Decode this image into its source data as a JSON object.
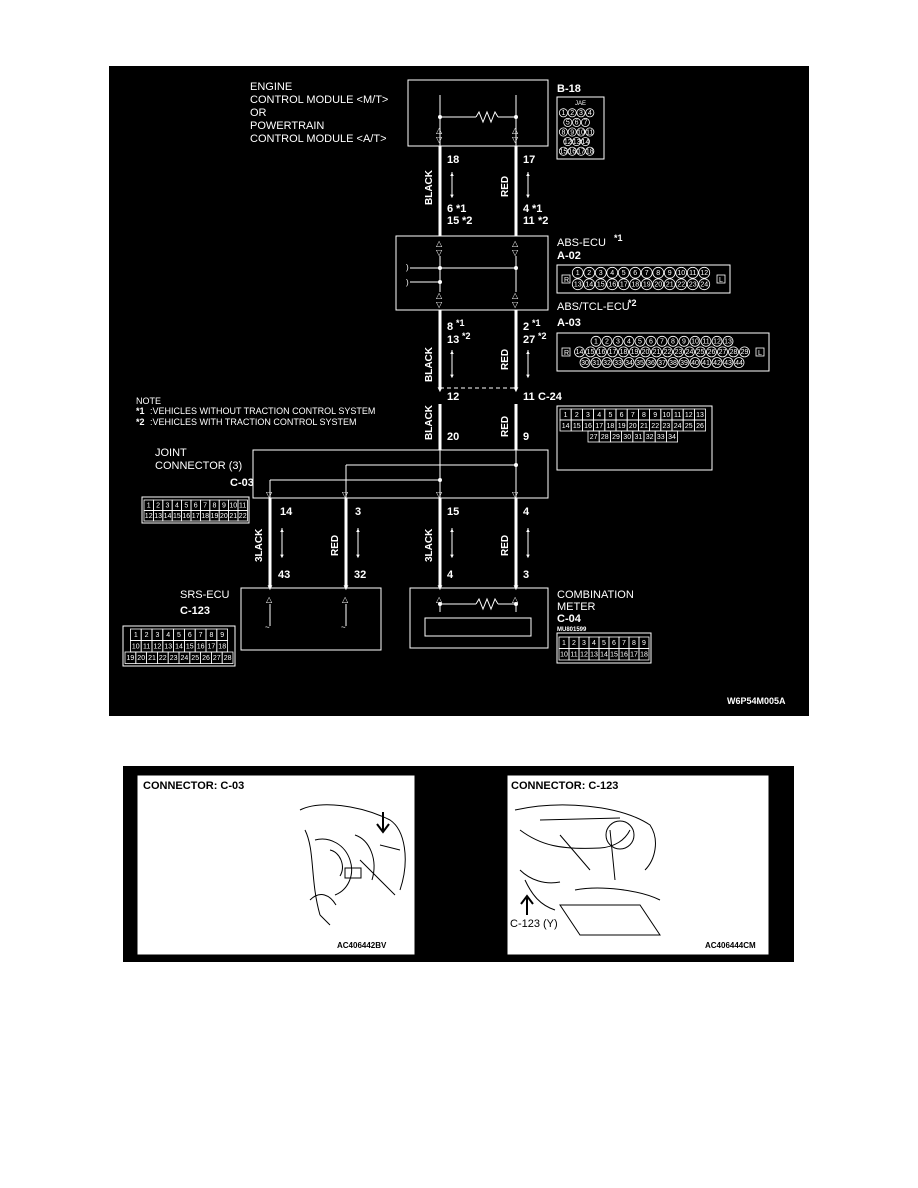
{
  "diagram": {
    "ecm_label": [
      "ENGINE",
      "CONTROL MODULE <M/T>",
      "OR",
      "POWERTRAIN",
      "CONTROL MODULE <A/T>"
    ],
    "b18": {
      "code": "B-18",
      "sub": "JAE",
      "pins": [
        "1",
        "2",
        "3",
        "4",
        "5",
        "6",
        "7",
        "8",
        "9",
        "10",
        "11",
        "12",
        "13",
        "14",
        "15",
        "16",
        "17",
        "18"
      ]
    },
    "wire_black": "BLACK",
    "wire_black_alt": "3LACK",
    "wire_red": "RED",
    "ecm_pins": {
      "left": "18",
      "right": "17"
    },
    "abs_top_pins": {
      "l1": "6",
      "l2": "15",
      "r1": "4",
      "r2": "11"
    },
    "abs_ecu": {
      "name": "ABS-ECU",
      "code": "A-02",
      "side_l": "R",
      "side_r": "L"
    },
    "abs_tcl_ecu": {
      "name": "ABS/TCL-ECU",
      "code": "A-03",
      "side_l": "R",
      "side_r": "L"
    },
    "mark1": "*1",
    "mark2": "*2",
    "abs_bottom_pins": {
      "l1": "8",
      "l2": "13",
      "r1": "2",
      "r2": "27"
    },
    "c24": {
      "left": "12",
      "right": "11",
      "code": "C-24"
    },
    "note": {
      "title": "NOTE",
      "line1": ":VEHICLES WITHOUT TRACTION CONTROL SYSTEM",
      "line2": ":VEHICLES WITH TRACTION CONTROL SYSTEM"
    },
    "joint_pins_top": {
      "left": "20",
      "right": "9"
    },
    "joint_connector": {
      "line1": "JOINT",
      "line2": "CONNECTOR (3)",
      "code": "C-03"
    },
    "joint_pins_bottom": [
      "14",
      "3",
      "15",
      "4"
    ],
    "srs_pins": [
      "43",
      "32"
    ],
    "meter_pins": [
      "4",
      "3"
    ],
    "srs_ecu": {
      "name": "SRS-ECU",
      "code": "C-123"
    },
    "combination_meter": {
      "line1": "COMBINATION",
      "line2": "METER",
      "code": "C-04",
      "part": "MU801599"
    },
    "figure_id": "W6P54M005A"
  },
  "photos": [
    {
      "title": "CONNECTOR: C-03",
      "id": "AC406442BV"
    },
    {
      "title": "CONNECTOR: C-123",
      "id": "AC406444CM",
      "callout": "C-123 (Y)"
    }
  ]
}
